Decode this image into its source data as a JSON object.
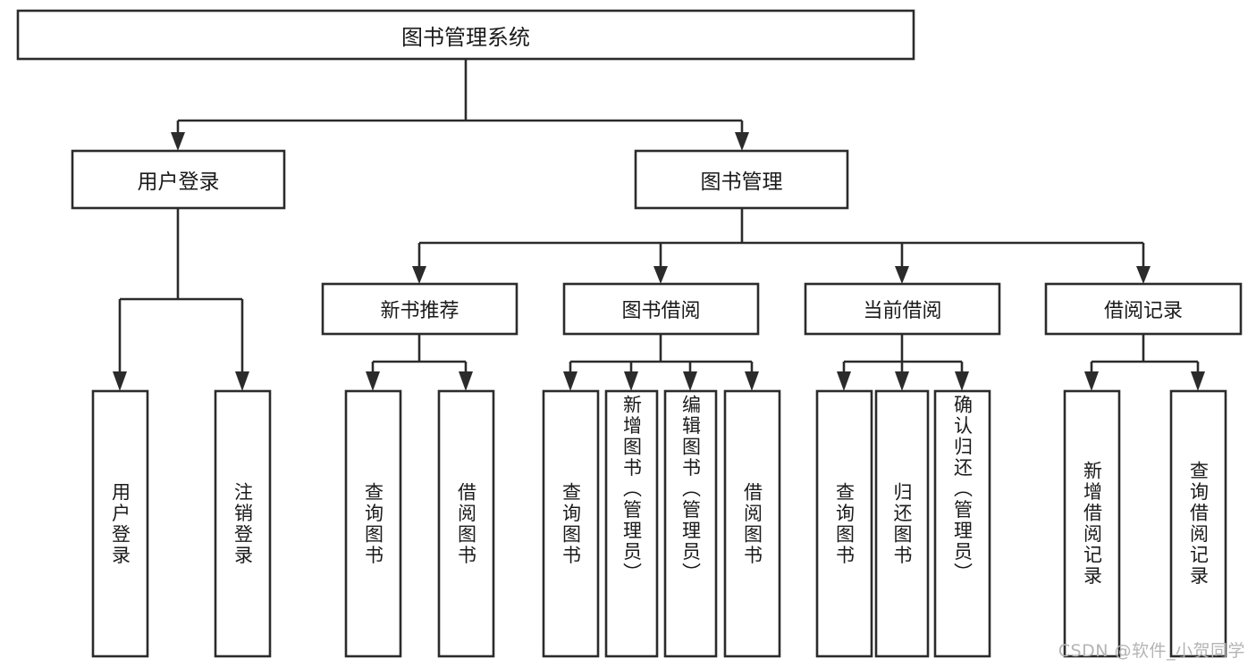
{
  "diagram": {
    "kind": "hierarchy-tree",
    "orientation": "top-down",
    "box_fill": "#ffffff",
    "box_stroke": "#2b2b2b",
    "text_color": "#1a1a1a",
    "root": {
      "id": "root",
      "label": "图书管理系统"
    },
    "level2": [
      {
        "id": "user-login",
        "label": "用户登录"
      },
      {
        "id": "book-management",
        "label": "图书管理"
      }
    ],
    "level3": [
      {
        "id": "new-book-recommend",
        "label": "新书推荐",
        "parent": "book-management"
      },
      {
        "id": "book-borrow",
        "label": "图书借阅",
        "parent": "book-management"
      },
      {
        "id": "current-borrow",
        "label": "当前借阅",
        "parent": "book-management"
      },
      {
        "id": "borrow-record",
        "label": "借阅记录",
        "parent": "book-management"
      }
    ],
    "leaves": [
      {
        "id": "leaf-user-login",
        "label": "用户登录",
        "parent": "user-login"
      },
      {
        "id": "leaf-logout-login",
        "label": "注销登录",
        "parent": "user-login"
      },
      {
        "id": "leaf-query-book-1",
        "label": "查询图书",
        "parent": "new-book-recommend"
      },
      {
        "id": "leaf-borrow-book-1",
        "label": "借阅图书",
        "parent": "new-book-recommend"
      },
      {
        "id": "leaf-query-book-2",
        "label": "查询图书",
        "parent": "book-borrow"
      },
      {
        "id": "leaf-add-book",
        "label": "新增图书（管理员）",
        "parent": "book-borrow"
      },
      {
        "id": "leaf-edit-book",
        "label": "编辑图书（管理员）",
        "parent": "book-borrow"
      },
      {
        "id": "leaf-borrow-book-2",
        "label": "借阅图书",
        "parent": "book-borrow"
      },
      {
        "id": "leaf-query-book-3",
        "label": "查询图书",
        "parent": "current-borrow"
      },
      {
        "id": "leaf-return-book",
        "label": "归还图书",
        "parent": "current-borrow"
      },
      {
        "id": "leaf-confirm-return",
        "label": "确认归还（管理员）",
        "parent": "current-borrow"
      },
      {
        "id": "leaf-add-record",
        "label": "新增借阅记录",
        "parent": "borrow-record"
      },
      {
        "id": "leaf-query-record",
        "label": "查询借阅记录",
        "parent": "borrow-record"
      }
    ]
  },
  "watermark": {
    "text": "CSDN @软件_小贺同学"
  }
}
